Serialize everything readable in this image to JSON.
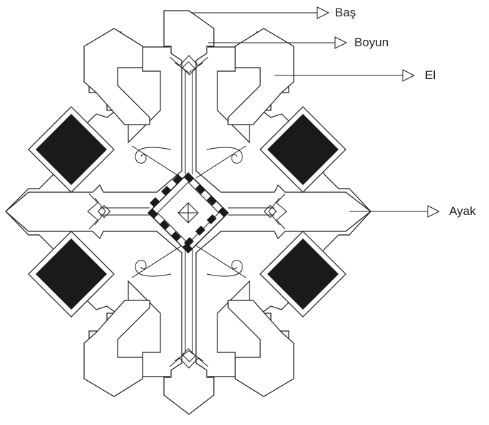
{
  "labels": {
    "head": "Baş",
    "neck": "Boyun",
    "hand": "El",
    "foot": "Ayak"
  },
  "colors": {
    "line": "#1a1a1a",
    "fill": "#ffffff",
    "dark": "#1a1a1a"
  }
}
